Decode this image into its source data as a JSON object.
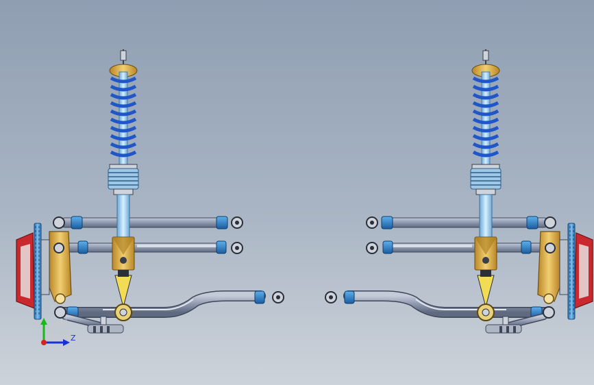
{
  "viewport": {
    "background_top": "#8f9eb2",
    "background_bottom": "#cdd3da"
  },
  "model": {
    "parts": {
      "coil_spring": "#1f57c8",
      "damper_body": "#d6a83f",
      "damper_shaft": "#9fd0ee",
      "control_arm": "#8f9aae",
      "rod_end": "#2d82c8",
      "knuckle": "#e1b34a",
      "brake_caliper": "#c8282e",
      "brake_disc": "#3f89c4"
    },
    "assemblies": [
      "left-suspension-assembly",
      "right-suspension-assembly"
    ]
  },
  "triad": {
    "z_label": "Z",
    "y_color": "#1bb81b",
    "z_color": "#1a2fd6",
    "x_color": "#d4241f",
    "icon": "coordinate-triad-icon"
  }
}
